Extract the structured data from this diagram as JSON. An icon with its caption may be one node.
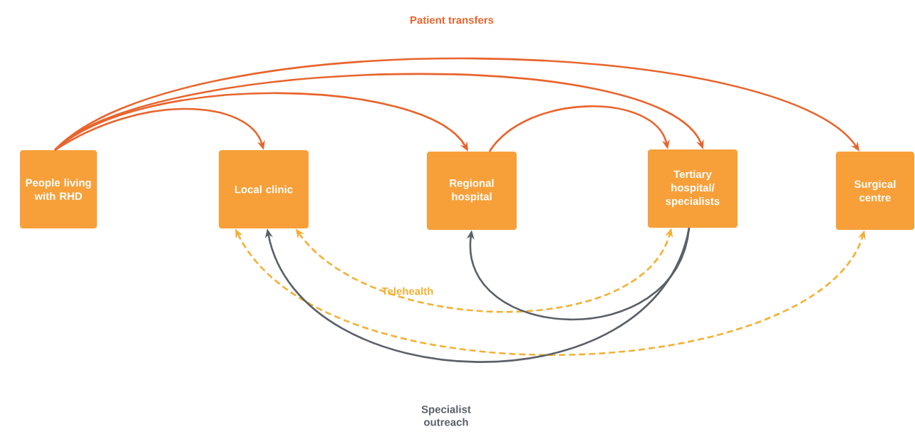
{
  "diagram": {
    "nodes": [
      {
        "text": [
          "People living with RHD"
        ]
      },
      {
        "text": [
          "Local clinic"
        ]
      },
      {
        "text": [
          "Regional hospital"
        ]
      },
      {
        "text": [
          "Tertiary hospital/ specialists"
        ]
      },
      {
        "text": [
          "Surgical centre"
        ]
      }
    ],
    "edges": [
      {
        "from": 0,
        "to": 1,
        "arrow": "to"
      },
      {
        "from": 0,
        "to": 2,
        "arrow": "to"
      },
      {
        "from": 0,
        "to": 3,
        "arrow": "to"
      },
      {
        "from": 0,
        "to": 4,
        "arrow": "to"
      },
      {
        "from": 2,
        "to": 3,
        "arrow": "to"
      },
      {
        "from": 1,
        "to": 3,
        "arrow": "both",
        "style": "dashed",
        "color": "#f2b134"
      },
      {
        "from": 1,
        "to": 4,
        "arrow": "both",
        "style": "dashed",
        "color": "#f2b134"
      },
      {
        "from": 3,
        "to": 2,
        "arrow": "to",
        "color": "#5b6068"
      },
      {
        "from": 3,
        "to": 1,
        "arrow": "to",
        "color": "#5b6068"
      }
    ],
    "labels": [
      "Patient transfers",
      "Telehealth",
      "Specialist outreach"
    ]
  }
}
